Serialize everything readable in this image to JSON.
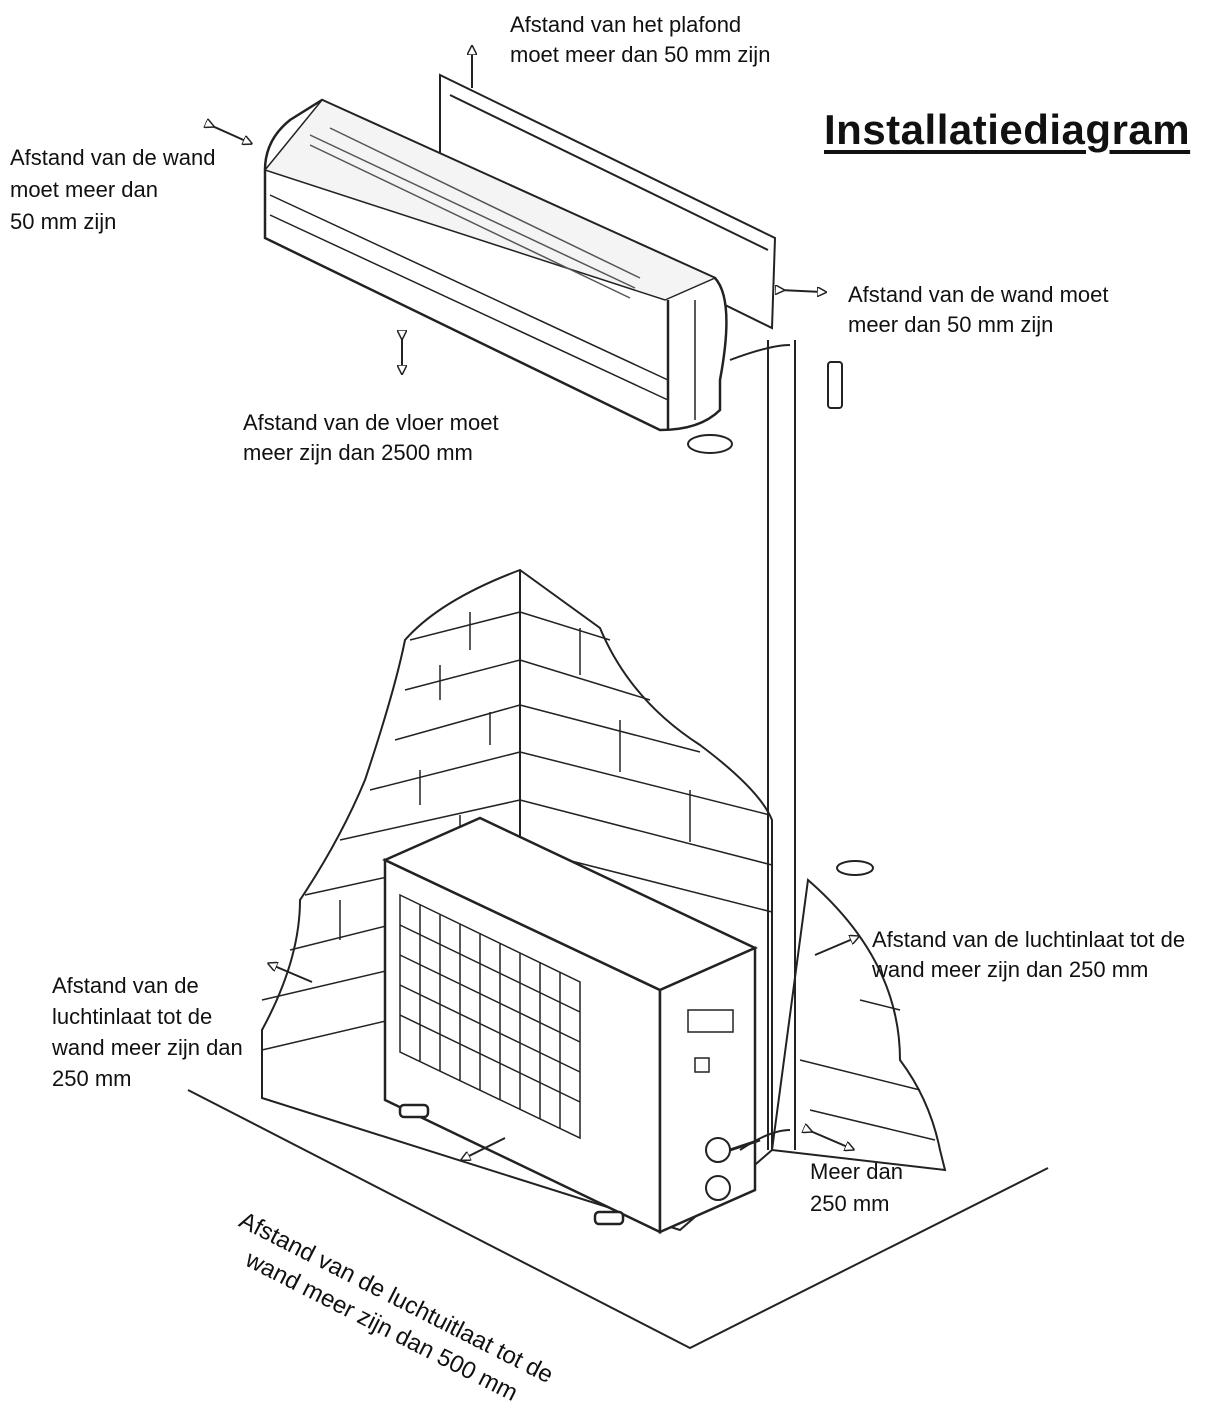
{
  "title": "Installatiediagram",
  "labels": {
    "ceiling": "Afstand van het plafond\nmoet meer dan 50 mm zijn",
    "wall_left": "Afstand van de wand\nmoet meer dan\n50 mm zijn",
    "wall_right": "Afstand van de wand moet\nmeer dan 50 mm zijn",
    "floor": "Afstand van de vloer moet\nmeer zijn dan 2500 mm",
    "inlet_right": "Afstand van de luchtinlaat tot de\nwand meer zijn dan 250 mm",
    "inlet_left": "Afstand van de\nluchtinlaat tot de\nwand meer zijn dan\n250 mm",
    "more_than": "Meer dan\n250 mm",
    "outlet": "Afstand van de luchtuitlaat tot de\nwand meer zijn dan 500 mm"
  },
  "colors": {
    "line": "#222222",
    "fill": "#ffffff",
    "vent": "#555555"
  }
}
